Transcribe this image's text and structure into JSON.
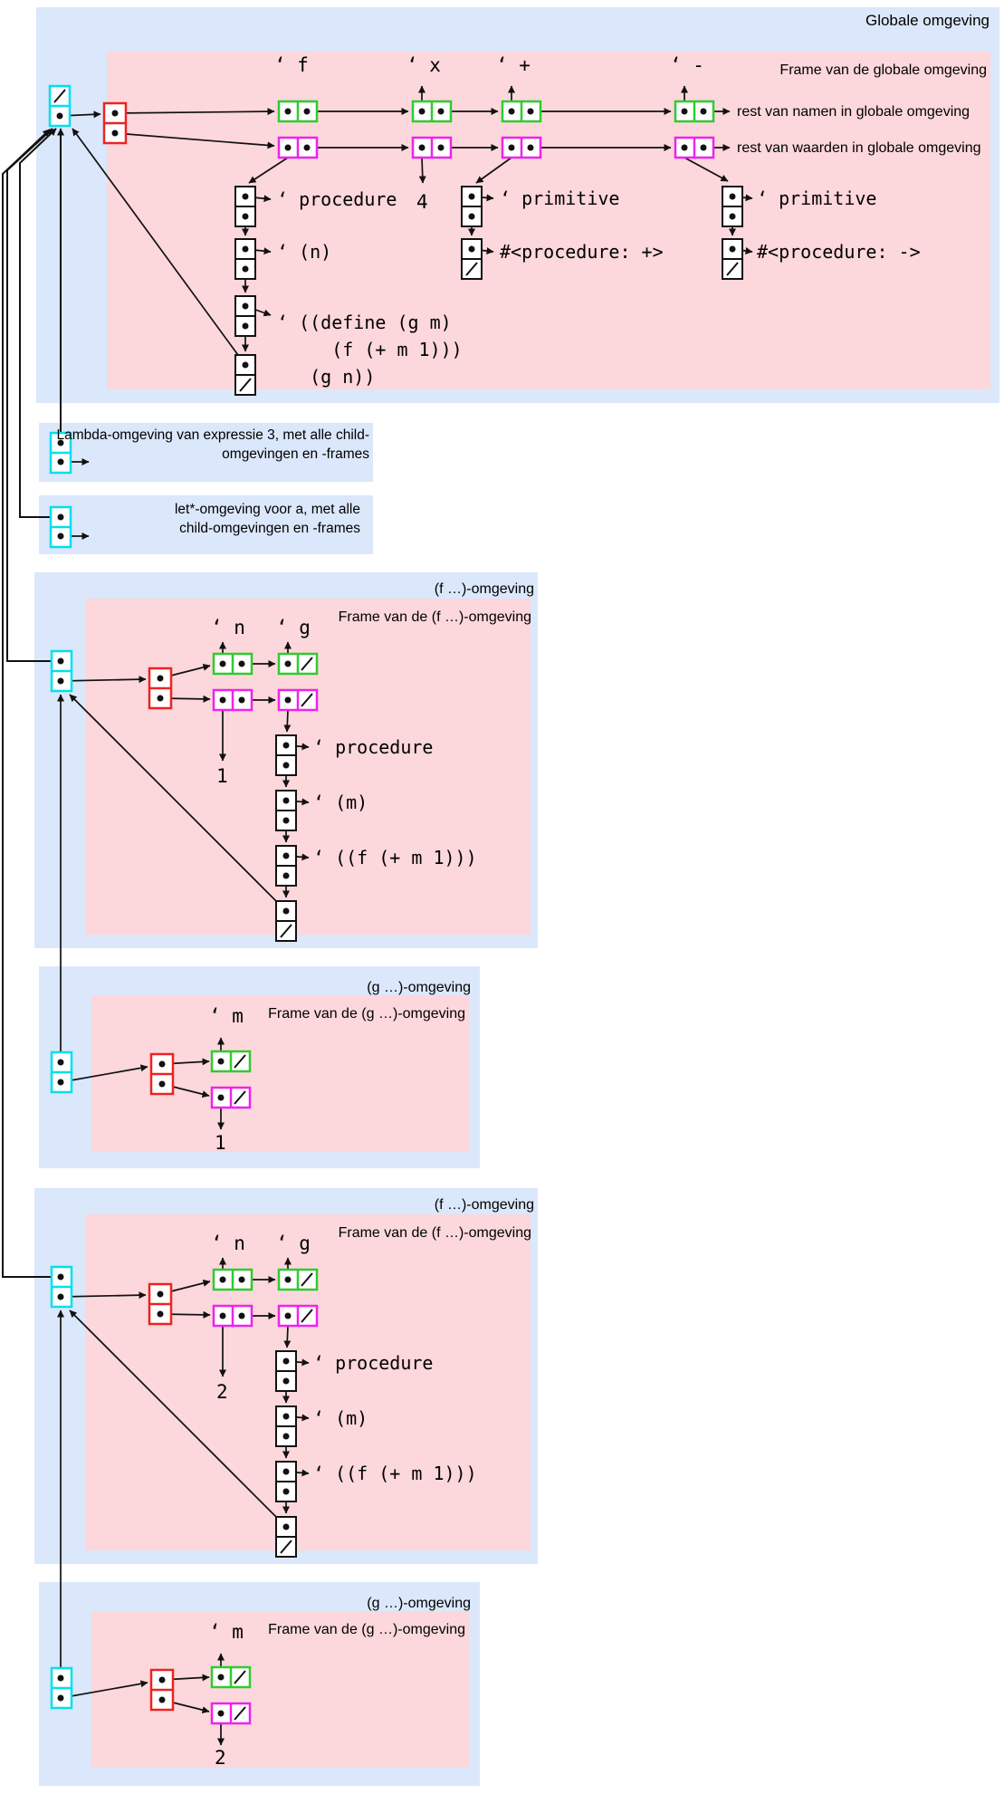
{
  "colors": {
    "env_background": "#dbe7fa",
    "frame_background": "#fcd7db",
    "env_box_border": "#00e0ee",
    "frame_box_border": "#ee2222",
    "names_box_border": "#2ecc2e",
    "values_box_border": "#ee22ee",
    "line_color": "#111111"
  },
  "global_env": {
    "title": "Globale omgeving",
    "frame_title": "Frame van de globale omgeving",
    "names": {
      "f": "‘ f",
      "x": "‘ x",
      "plus": "‘ +",
      "minus": "‘ -"
    },
    "rest_names": "rest van namen in globale omgeving",
    "rest_values": "rest van waarden in globale omgeving",
    "x_value": "4",
    "f_procedure": {
      "tag": "‘ procedure",
      "params": "‘ (n)",
      "body": "‘ ((define (g m)\n     (f (+ m 1)))\n   (g n))"
    },
    "plus_primitive": {
      "tag": "‘ primitive",
      "value": "#<procedure: +>"
    },
    "minus_primitive": {
      "tag": "‘ primitive",
      "value": "#<procedure: ->"
    }
  },
  "lambda_env": {
    "note": "Lambda-omgeving van expressie 3, met alle child-\nomgevingen en -frames"
  },
  "let_env": {
    "note": "let*-omgeving voor a, met alle\nchild-omgevingen en -frames"
  },
  "f_env_1": {
    "title": "(f …)-omgeving",
    "frame_title": "Frame van de (f …)-omgeving",
    "name_n": "‘ n",
    "name_g": "‘ g",
    "n_value": "1",
    "g_procedure": {
      "tag": "‘ procedure",
      "params": "‘ (m)",
      "body": "‘ ((f (+ m 1)))"
    }
  },
  "g_env_1": {
    "title": "(g …)-omgeving",
    "frame_title": "Frame van de (g …)-omgeving",
    "name_m": "‘ m",
    "m_value": "1"
  },
  "f_env_2": {
    "title": "(f …)-omgeving",
    "frame_title": "Frame van de (f …)-omgeving",
    "name_n": "‘ n",
    "name_g": "‘ g",
    "n_value": "2",
    "g_procedure": {
      "tag": "‘ procedure",
      "params": "‘ (m)",
      "body": "‘ ((f (+ m 1)))"
    }
  },
  "g_env_2": {
    "title": "(g …)-omgeving",
    "frame_title": "Frame van de (g …)-omgeving",
    "name_m": "‘ m",
    "m_value": "2"
  }
}
